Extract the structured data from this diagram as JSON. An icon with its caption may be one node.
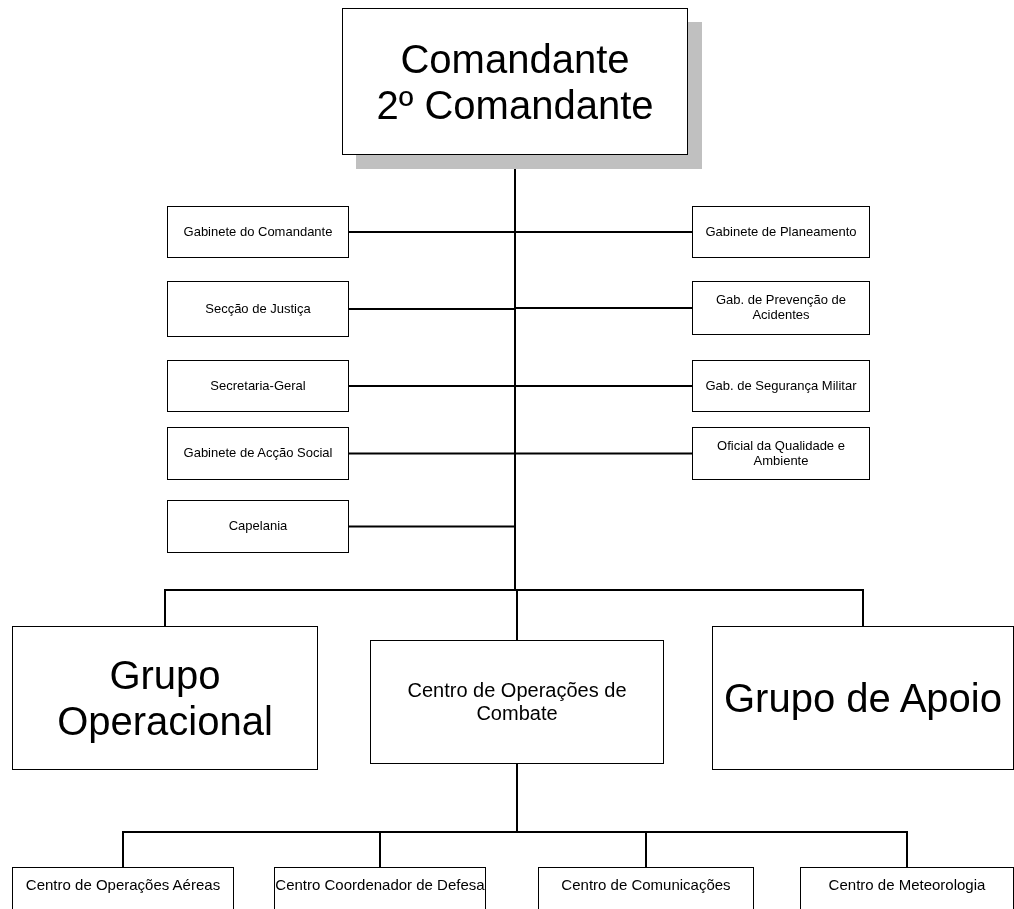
{
  "diagram": {
    "nodes": [
      {
        "text": [
          "Comandante",
          "2º Comandante"
        ]
      },
      {
        "text": [
          "Gabinete do Comandante"
        ]
      },
      {
        "text": [
          "Gabinete de Planeamento"
        ]
      },
      {
        "text": [
          "Secção de Justiça"
        ]
      },
      {
        "text": [
          "Gab. de Prevenção de Acidentes"
        ]
      },
      {
        "text": [
          "Secretaria-Geral"
        ]
      },
      {
        "text": [
          "Gab. de Segurança Militar"
        ]
      },
      {
        "text": [
          "Gabinete de Acção Social"
        ]
      },
      {
        "text": [
          "Oficial da Qualidade e Ambiente"
        ]
      },
      {
        "text": [
          "Capelania"
        ]
      },
      {
        "text": [
          "Grupo Operacional"
        ]
      },
      {
        "text": [
          "Centro de Operações de Combate"
        ]
      },
      {
        "text": [
          "Grupo de Apoio"
        ]
      },
      {
        "text": [
          "Centro de Operações Aéreas"
        ]
      },
      {
        "text": [
          "Centro Coordenador de Defesa"
        ]
      },
      {
        "text": [
          "Centro de Comunicações"
        ]
      },
      {
        "text": [
          "Centro de Meteorologia"
        ]
      }
    ],
    "edges": [
      {
        "from": 0,
        "to": 1,
        "arrow": "none"
      },
      {
        "from": 0,
        "to": 2,
        "arrow": "none"
      },
      {
        "from": 0,
        "to": 3,
        "arrow": "none"
      },
      {
        "from": 0,
        "to": 4,
        "arrow": "none"
      },
      {
        "from": 0,
        "to": 5,
        "arrow": "none"
      },
      {
        "from": 0,
        "to": 6,
        "arrow": "none"
      },
      {
        "from": 0,
        "to": 7,
        "arrow": "none"
      },
      {
        "from": 0,
        "to": 8,
        "arrow": "none"
      },
      {
        "from": 0,
        "to": 9,
        "arrow": "none"
      },
      {
        "from": 0,
        "to": 10,
        "arrow": "none"
      },
      {
        "from": 0,
        "to": 11,
        "arrow": "none"
      },
      {
        "from": 0,
        "to": 12,
        "arrow": "none"
      },
      {
        "from": 11,
        "to": 13,
        "arrow": "none"
      },
      {
        "from": 11,
        "to": 14,
        "arrow": "none"
      },
      {
        "from": 11,
        "to": 15,
        "arrow": "none"
      },
      {
        "from": 11,
        "to": 16,
        "arrow": "none"
      }
    ]
  }
}
